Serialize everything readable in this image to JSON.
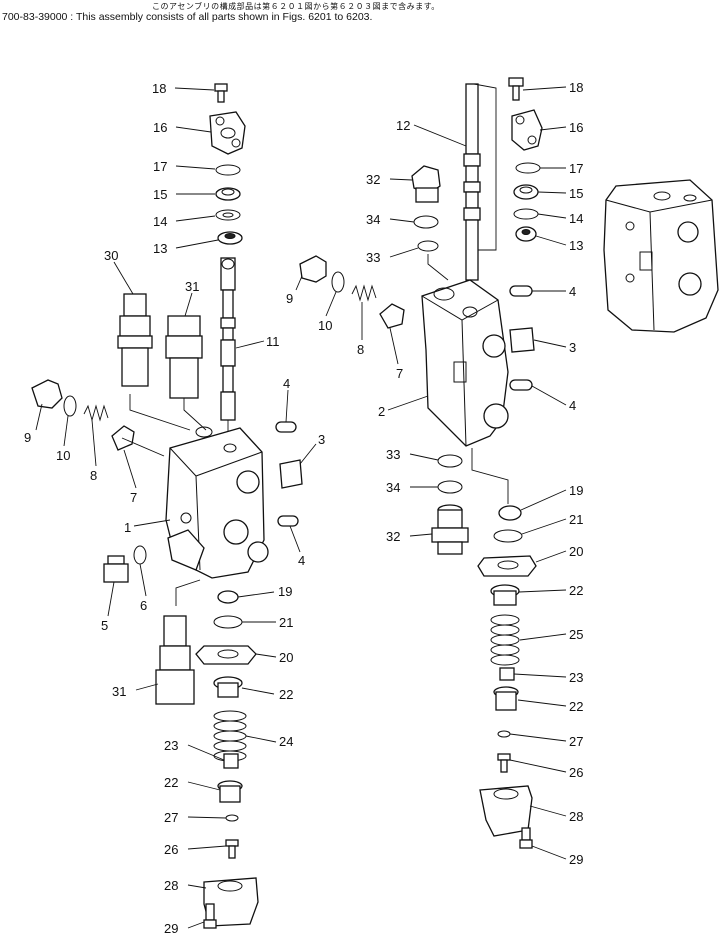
{
  "header": {
    "japanese_note": "このアセンブリの構成部品は第６２０１図から第６２０３図まで含みます。",
    "assembly_note": "700-83-39000 : This assembly consists of all parts shown in Figs. 6201 to 6203."
  },
  "callouts": {
    "c1": "1",
    "c2": "2",
    "c3a": "3",
    "c3b": "3",
    "c4a": "4",
    "c4b": "4",
    "c4c": "4",
    "c4d": "4",
    "c5": "5",
    "c6": "6",
    "c7a": "7",
    "c7b": "7",
    "c8a": "8",
    "c8b": "8",
    "c9a": "9",
    "c9b": "9",
    "c10a": "10",
    "c10b": "10",
    "c11": "11",
    "c12": "12",
    "c13a": "13",
    "c13b": "13",
    "c14a": "14",
    "c14b": "14",
    "c15a": "15",
    "c15b": "15",
    "c16a": "16",
    "c16b": "16",
    "c17a": "17",
    "c17b": "17",
    "c18a": "18",
    "c18b": "18",
    "c19a": "19",
    "c19b": "19",
    "c20a": "20",
    "c20b": "20",
    "c21a": "21",
    "c21b": "21",
    "c22a": "22",
    "c22b": "22",
    "c22c": "22",
    "c22d": "22",
    "c23a": "23",
    "c23b": "23",
    "c24": "24",
    "c25": "25",
    "c26a": "26",
    "c26b": "26",
    "c27a": "27",
    "c27b": "27",
    "c28a": "28",
    "c28b": "28",
    "c29a": "29",
    "c29b": "29",
    "c30": "30",
    "c31a": "31",
    "c31b": "31",
    "c32a": "32",
    "c32b": "32",
    "c33a": "33",
    "c33b": "33",
    "c34a": "34",
    "c34b": "34"
  }
}
